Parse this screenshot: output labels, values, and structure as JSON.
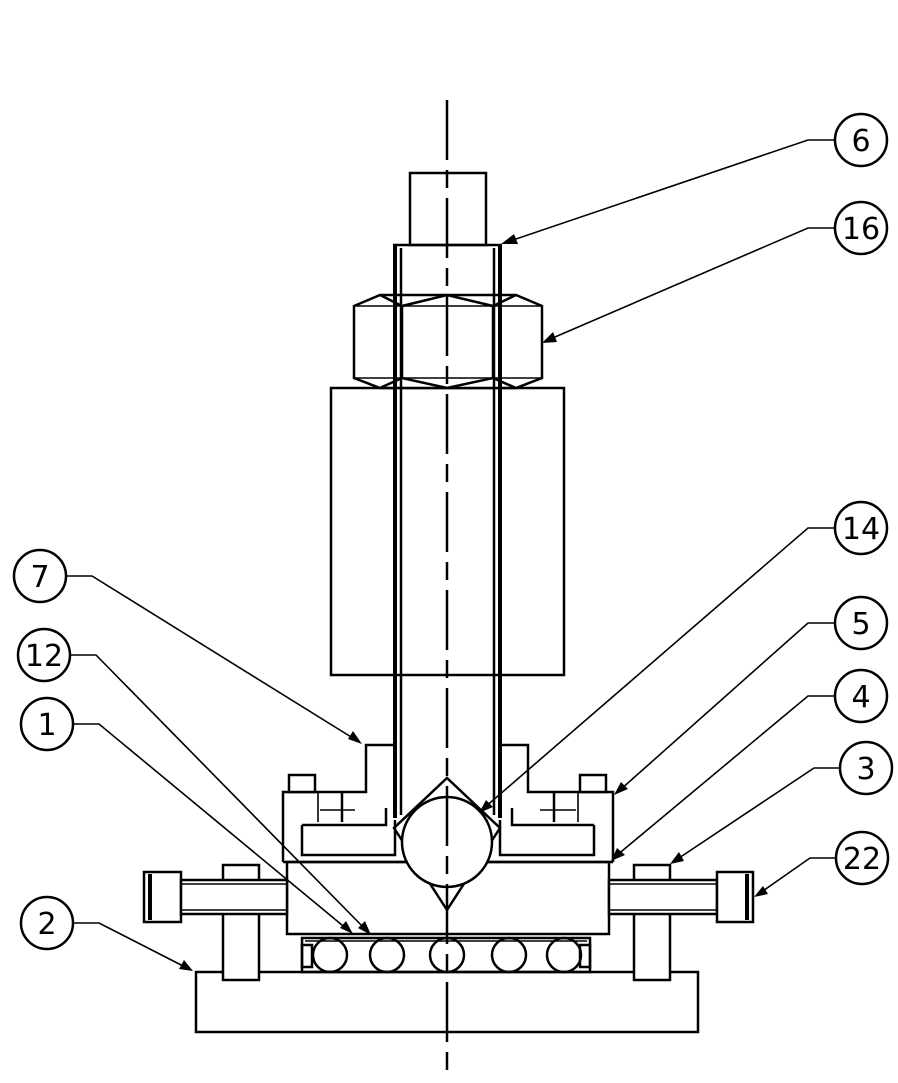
{
  "callouts": [
    {
      "id": "6",
      "label": "6"
    },
    {
      "id": "16",
      "label": "16"
    },
    {
      "id": "14",
      "label": "14"
    },
    {
      "id": "5",
      "label": "5"
    },
    {
      "id": "4",
      "label": "4"
    },
    {
      "id": "3",
      "label": "3"
    },
    {
      "id": "22",
      "label": "22"
    },
    {
      "id": "7",
      "label": "7"
    },
    {
      "id": "12",
      "label": "12"
    },
    {
      "id": "1",
      "label": "1"
    },
    {
      "id": "2",
      "label": "2"
    }
  ]
}
